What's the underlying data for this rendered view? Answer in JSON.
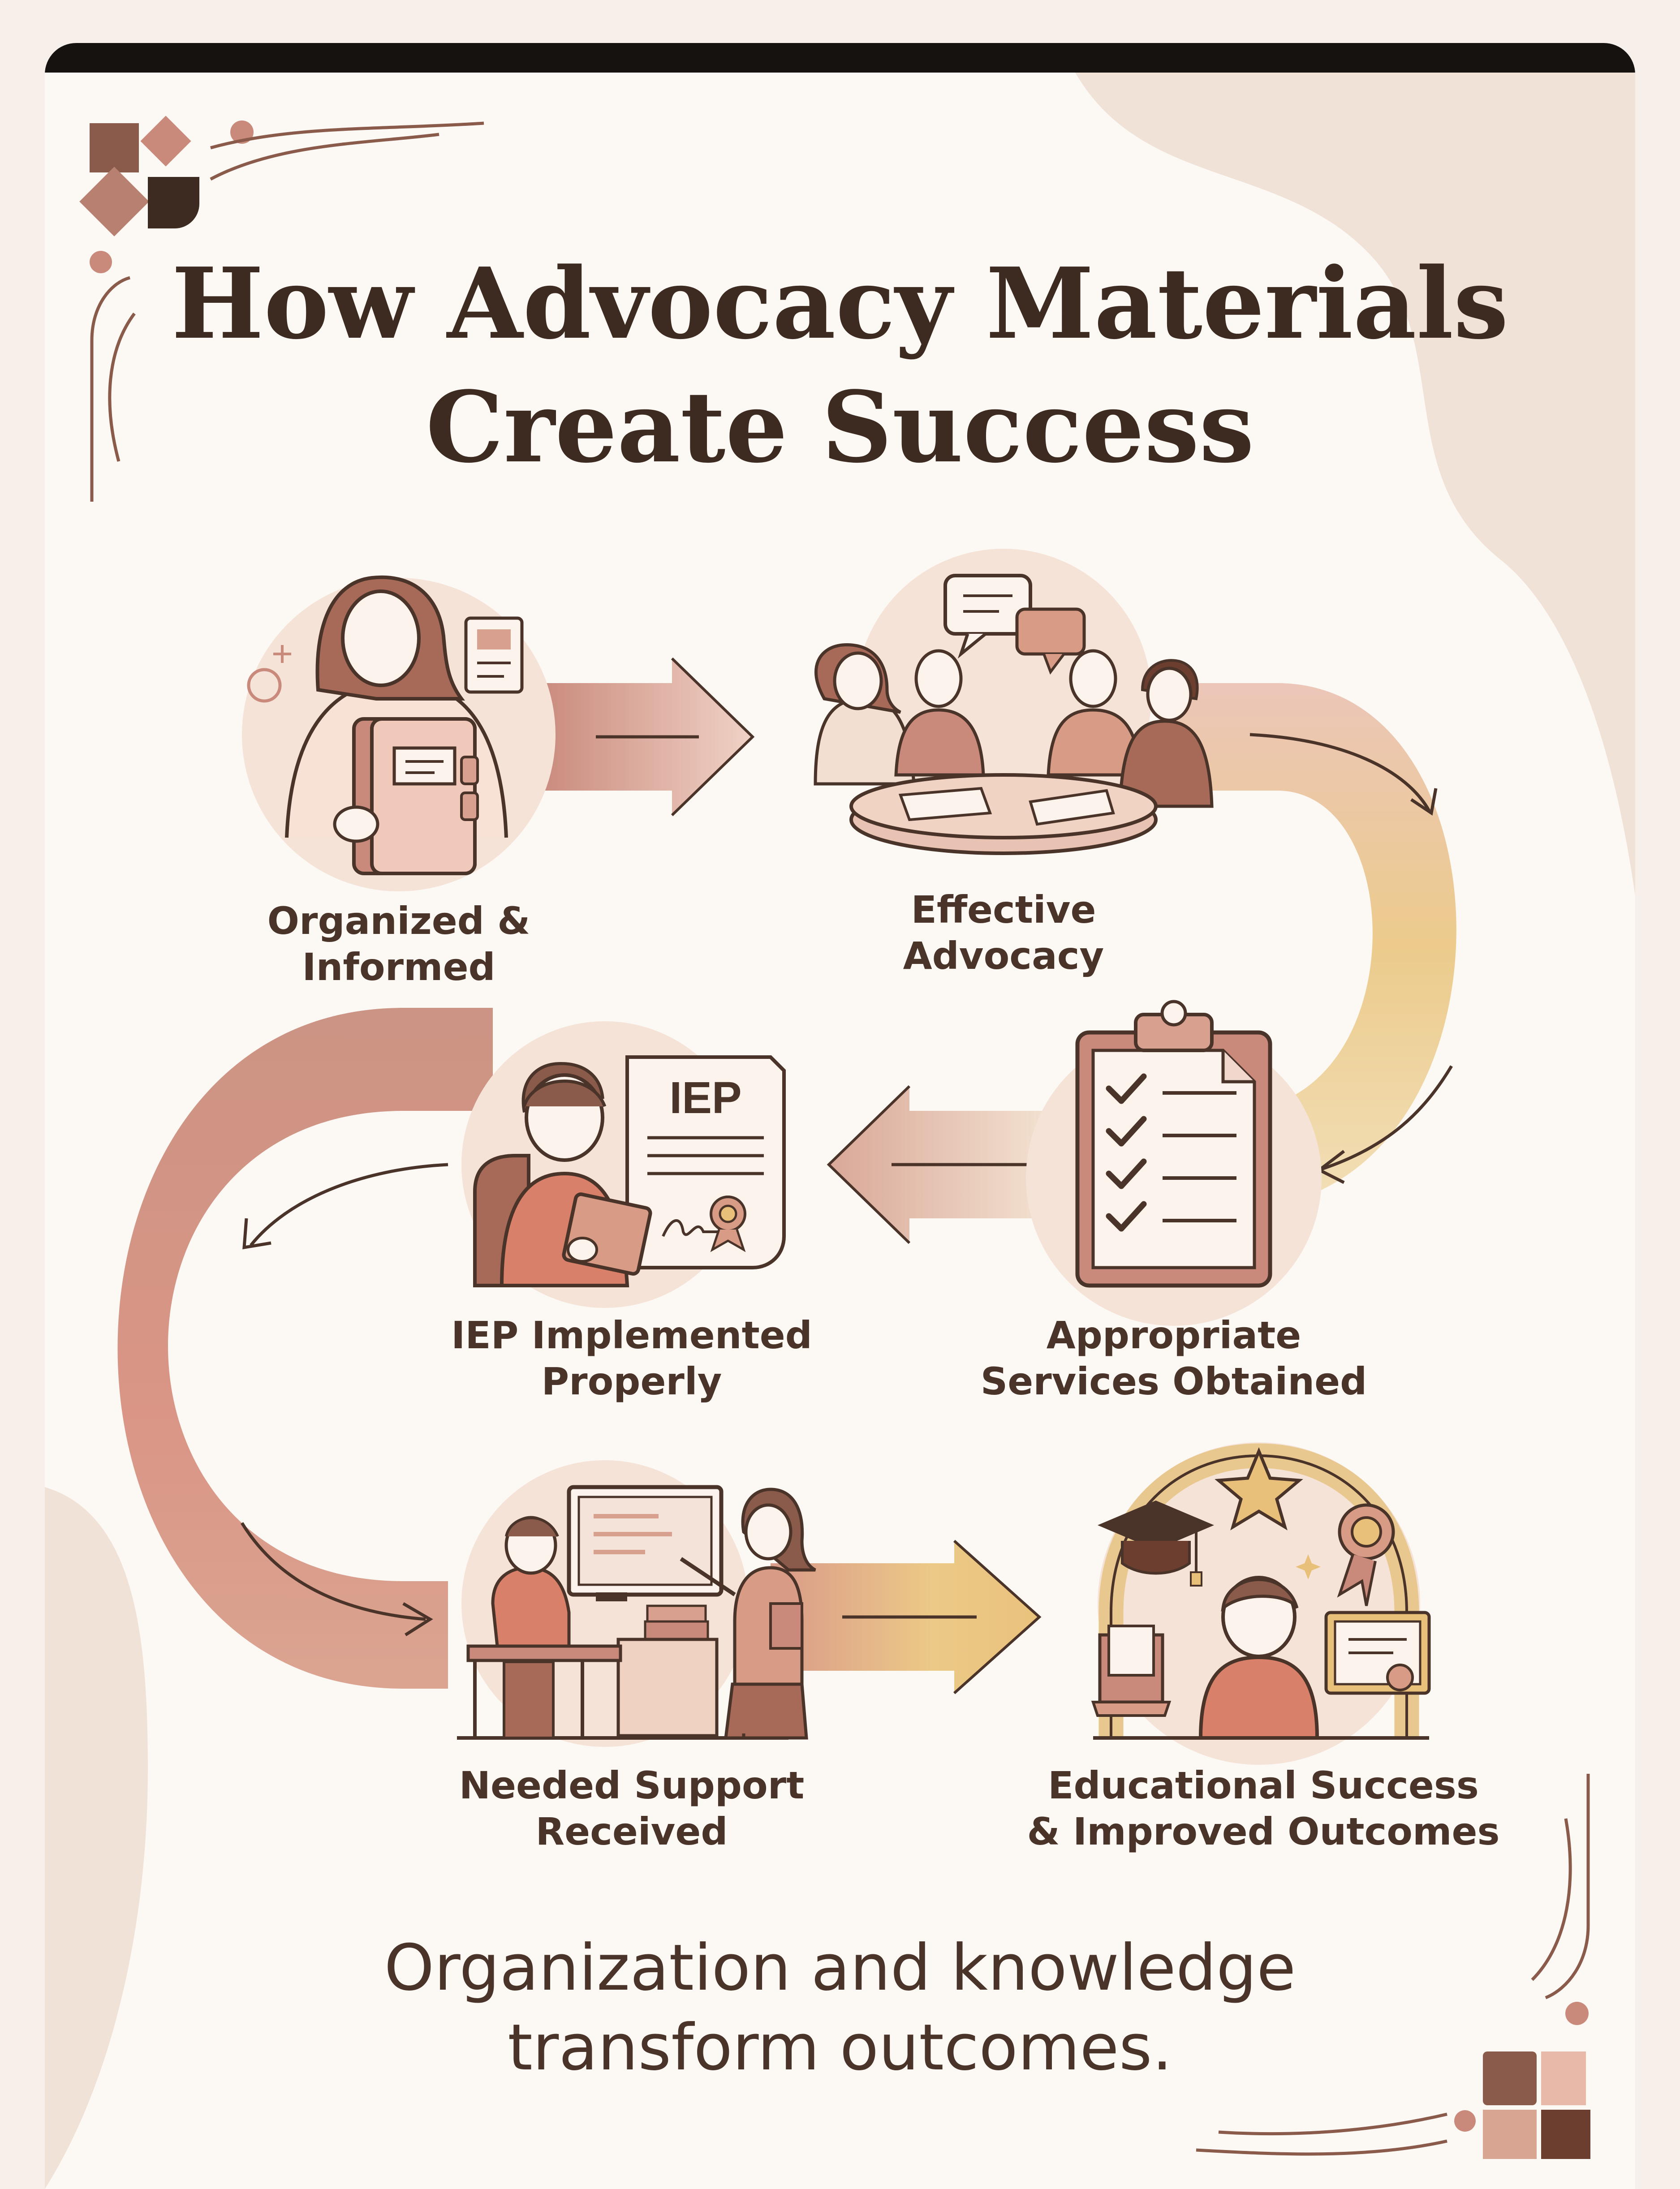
{
  "title": {
    "line1": "How Advocacy Materials",
    "line2": "Create Success"
  },
  "steps": [
    {
      "line1": "Organized &",
      "line2": "Informed",
      "icon": "parent-with-binder-icon"
    },
    {
      "line1": "Effective",
      "line2": "Advocacy",
      "icon": "meeting-table-icon"
    },
    {
      "line1": "Appropriate",
      "line2": "Services Obtained",
      "icon": "clipboard-checklist-icon"
    },
    {
      "line1": "IEP Implemented",
      "line2": "Properly",
      "icon": "student-with-iep-document-icon"
    },
    {
      "line1": "Needed Support",
      "line2": "Received",
      "icon": "classroom-teacher-icon"
    },
    {
      "line1": "Educational Success",
      "line2": "& Improved Outcomes",
      "icon": "graduate-success-arch-icon"
    }
  ],
  "iep_doc_label": "IEP",
  "tagline": {
    "line1": "Organization and knowledge",
    "line2": "transform outcomes."
  },
  "colors": {
    "accent_dark": "#8a5a4a",
    "accent_rose": "#c98a7c",
    "accent_gold": "#e8c07a",
    "ink": "#3d2a20",
    "paper": "#fcf8f4"
  }
}
